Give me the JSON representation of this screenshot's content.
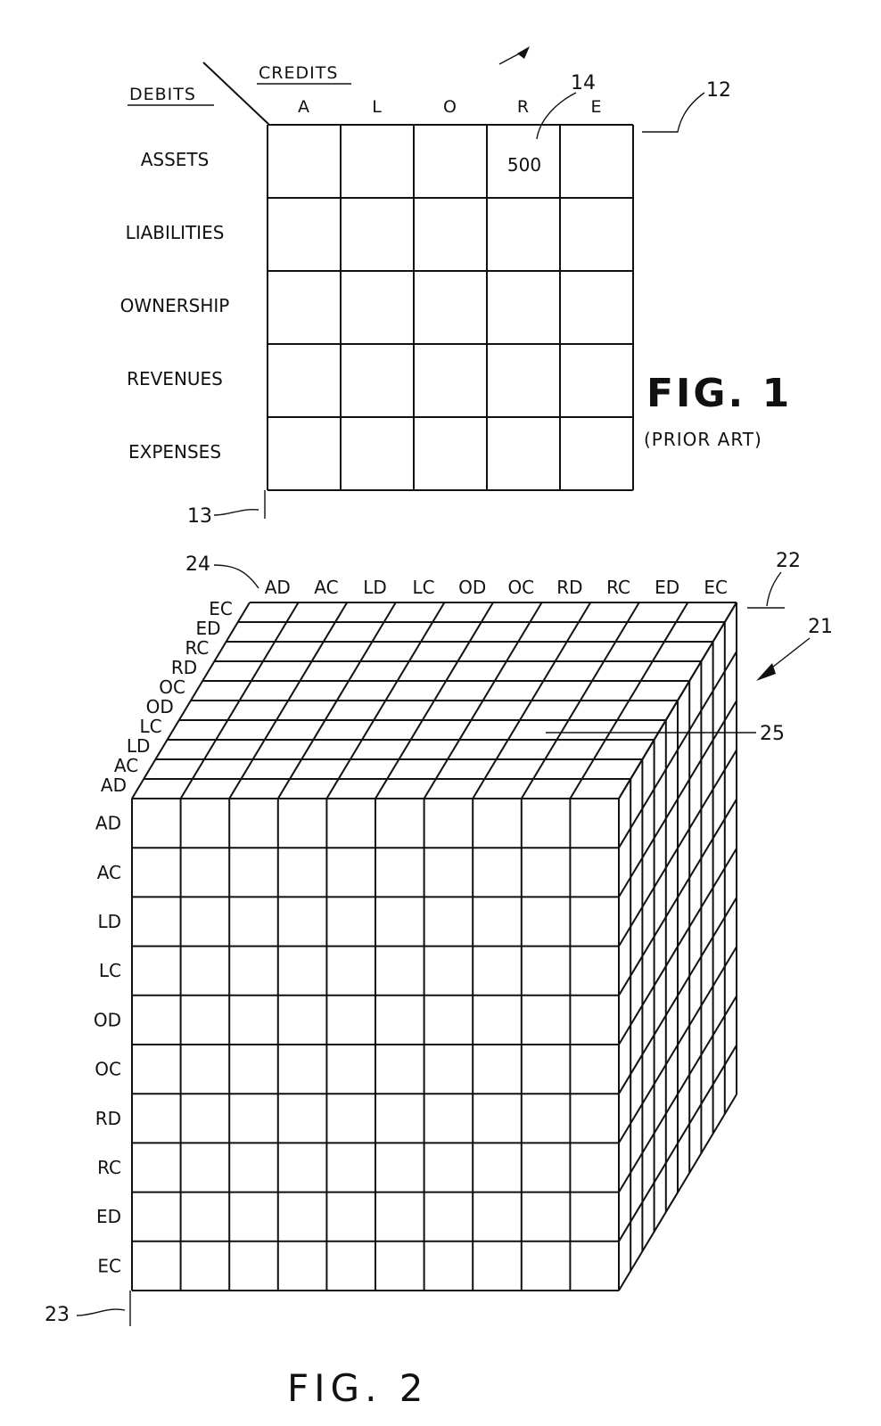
{
  "fig1": {
    "credits_label": "CREDITS",
    "debits_label": "DEBITS",
    "column_headers": [
      "A",
      "L",
      "O",
      "R",
      "E"
    ],
    "row_labels": [
      "ASSETS",
      "LIABILITIES",
      "OWNERSHIP",
      "REVENUES",
      "EXPENSES"
    ],
    "cell_value": "500",
    "cell_row": 0,
    "cell_col": 3,
    "ref_table": "12",
    "ref_cell": "14",
    "ref_axis": "13",
    "title": "FIG. 1",
    "subtitle": "(PRIOR ART)"
  },
  "fig2": {
    "top_labels": [
      "AD",
      "AC",
      "LD",
      "LC",
      "OD",
      "OC",
      "RD",
      "RC",
      "ED",
      "EC"
    ],
    "side_labels": [
      "AD",
      "AC",
      "LD",
      "LC",
      "OD",
      "OC",
      "RD",
      "RC",
      "ED",
      "EC"
    ],
    "front_labels": [
      "AD",
      "AC",
      "LD",
      "LC",
      "OD",
      "OC",
      "RD",
      "RC",
      "ED",
      "EC"
    ],
    "ref_cube": "21",
    "ref_top": "22",
    "ref_axis": "23",
    "ref_header": "24",
    "ref_cell": "25",
    "title": "FIG. 2"
  }
}
